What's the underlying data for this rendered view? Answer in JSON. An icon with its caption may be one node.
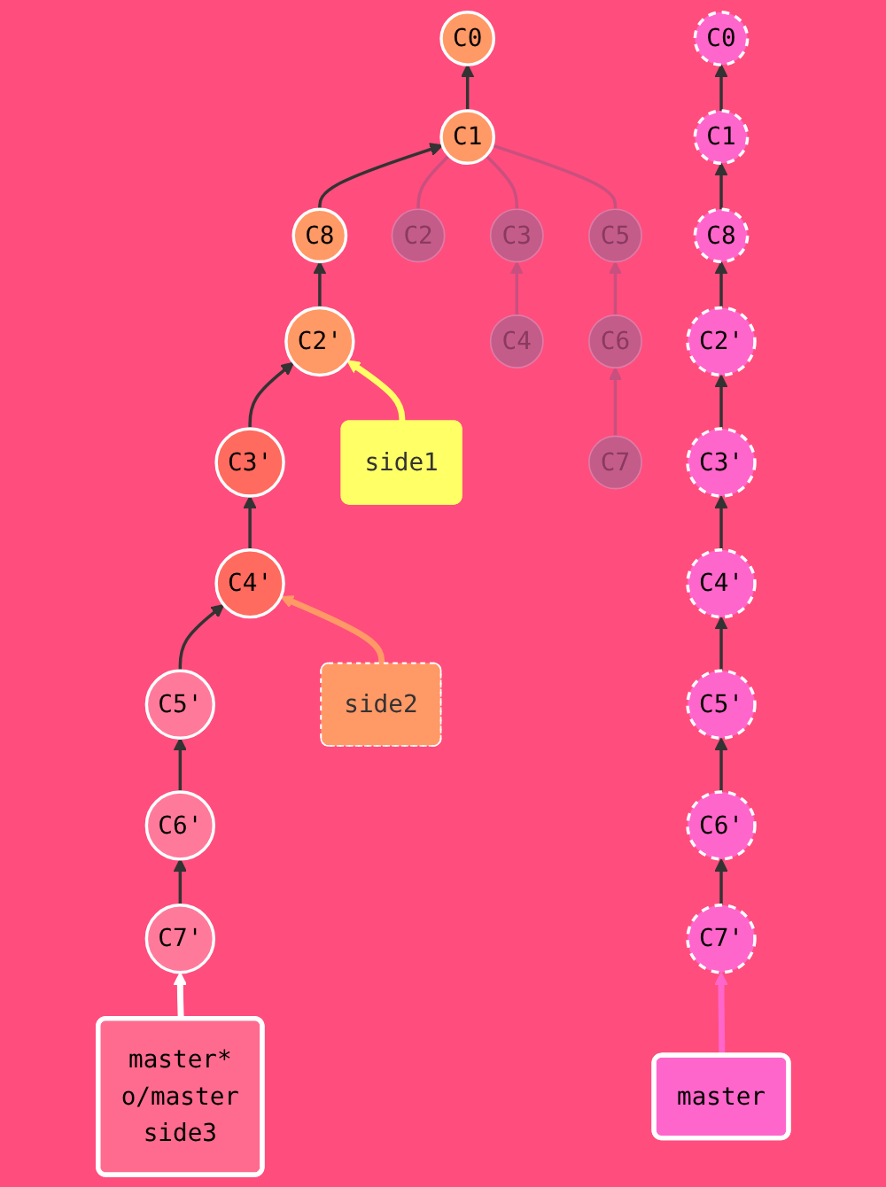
{
  "diagram": {
    "nodes": [
      {
        "text": [
          "C0"
        ]
      },
      {
        "text": [
          "C1"
        ]
      },
      {
        "text": [
          "C8"
        ]
      },
      {
        "text": [
          "C2'"
        ]
      },
      {
        "text": [
          "C3'"
        ]
      },
      {
        "text": [
          "C4'"
        ]
      },
      {
        "text": [
          "C5'"
        ]
      },
      {
        "text": [
          "C6'"
        ]
      },
      {
        "text": [
          "C7'"
        ]
      },
      {
        "text": [
          "C2"
        ]
      },
      {
        "text": [
          "C3"
        ]
      },
      {
        "text": [
          "C5"
        ]
      },
      {
        "text": [
          "C4"
        ]
      },
      {
        "text": [
          "C6"
        ]
      },
      {
        "text": [
          "C7"
        ]
      },
      {
        "text": [
          "side1"
        ]
      },
      {
        "text": [
          "side2"
        ]
      },
      {
        "text": [
          "master*",
          "o/master",
          "side3"
        ]
      },
      {
        "text": [
          "C0"
        ]
      },
      {
        "text": [
          "C1"
        ]
      },
      {
        "text": [
          "C8"
        ]
      },
      {
        "text": [
          "C2'"
        ]
      },
      {
        "text": [
          "C3'"
        ]
      },
      {
        "text": [
          "C4'"
        ]
      },
      {
        "text": [
          "C5'"
        ]
      },
      {
        "text": [
          "C6'"
        ]
      },
      {
        "text": [
          "C7'"
        ]
      },
      {
        "text": [
          "master"
        ]
      }
    ],
    "edges": [
      {
        "from": 1,
        "to": 0,
        "arrow": "to"
      },
      {
        "from": 2,
        "to": 1,
        "arrow": "to"
      },
      {
        "from": 3,
        "to": 2,
        "arrow": "to"
      },
      {
        "from": 4,
        "to": 3,
        "arrow": "to"
      },
      {
        "from": 5,
        "to": 4,
        "arrow": "to"
      },
      {
        "from": 6,
        "to": 5,
        "arrow": "to"
      },
      {
        "from": 7,
        "to": 6,
        "arrow": "to"
      },
      {
        "from": 8,
        "to": 7,
        "arrow": "to"
      },
      {
        "from": 9,
        "to": 1,
        "arrow": "none",
        "color": "#c8507f"
      },
      {
        "from": 10,
        "to": 1,
        "arrow": "none",
        "color": "#c8507f"
      },
      {
        "from": 11,
        "to": 1,
        "arrow": "none",
        "color": "#c8507f"
      },
      {
        "from": 12,
        "to": 10,
        "arrow": "to",
        "color": "#c8507f"
      },
      {
        "from": 13,
        "to": 11,
        "arrow": "to",
        "color": "#c8507f"
      },
      {
        "from": 14,
        "to": 13,
        "arrow": "to",
        "color": "#c8507f"
      },
      {
        "from": 15,
        "to": 3,
        "arrow": "to",
        "style": "thick",
        "color": "#ffff66"
      },
      {
        "from": 16,
        "to": 5,
        "arrow": "to",
        "style": "thick",
        "color": "#ff9966"
      },
      {
        "from": 17,
        "to": 8,
        "arrow": "to",
        "style": "thick",
        "color": "#ffffff"
      },
      {
        "from": 19,
        "to": 18,
        "arrow": "to"
      },
      {
        "from": 20,
        "to": 19,
        "arrow": "to"
      },
      {
        "from": 21,
        "to": 20,
        "arrow": "to"
      },
      {
        "from": 22,
        "to": 21,
        "arrow": "to"
      },
      {
        "from": 23,
        "to": 22,
        "arrow": "to"
      },
      {
        "from": 24,
        "to": 23,
        "arrow": "to"
      },
      {
        "from": 25,
        "to": 24,
        "arrow": "to"
      },
      {
        "from": 26,
        "to": 25,
        "arrow": "to"
      },
      {
        "from": 27,
        "to": 26,
        "arrow": "to",
        "style": "thick",
        "color": "#ff66cc"
      }
    ]
  }
}
